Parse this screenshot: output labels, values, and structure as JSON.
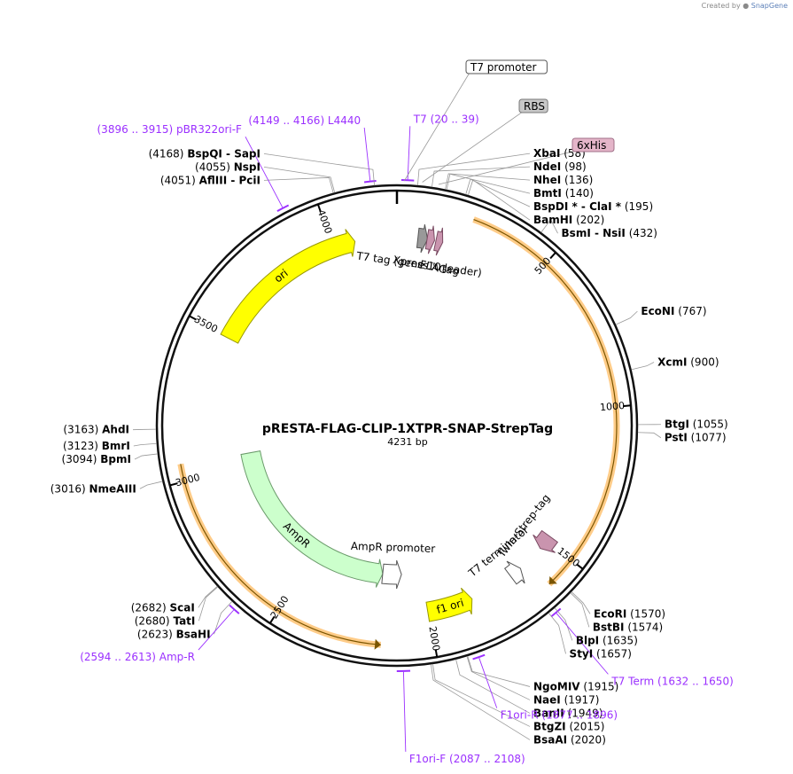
{
  "credit": {
    "created_by": "Created by",
    "brand": "SnapGene"
  },
  "map": {
    "name": "pRESTA-FLAG-CLIP-1XTPR-SNAP-StrepTag",
    "length_label": "4231 bp",
    "length": 4231
  },
  "ticks": [
    500,
    1000,
    1500,
    2000,
    2500,
    3000,
    3500,
    4000
  ],
  "enzymes": [
    {
      "name": "XbaI",
      "pos": 58,
      "pos_label": "(58)"
    },
    {
      "name": "NdeI",
      "pos": 98,
      "pos_label": "(98)"
    },
    {
      "name": "NheI",
      "pos": 136,
      "pos_label": "(136)"
    },
    {
      "name": "BmtI",
      "pos": 140,
      "pos_label": "(140)"
    },
    {
      "name": "BspDI * - ClaI *",
      "pos": 195,
      "pos_label": "(195)"
    },
    {
      "name": "BamHI",
      "pos": 202,
      "pos_label": "(202)"
    },
    {
      "name": "BsmI - NsiI",
      "pos": 432,
      "pos_label": "(432)"
    },
    {
      "name": "EcoNI",
      "pos": 767,
      "pos_label": "(767)"
    },
    {
      "name": "XcmI",
      "pos": 900,
      "pos_label": "(900)"
    },
    {
      "name": "BtgI",
      "pos": 1055,
      "pos_label": "(1055)"
    },
    {
      "name": "PstI",
      "pos": 1077,
      "pos_label": "(1077)"
    },
    {
      "name": "EcoRI",
      "pos": 1570,
      "pos_label": "(1570)"
    },
    {
      "name": "BstBI",
      "pos": 1574,
      "pos_label": "(1574)"
    },
    {
      "name": "BlpI",
      "pos": 1635,
      "pos_label": "(1635)"
    },
    {
      "name": "StyI",
      "pos": 1657,
      "pos_label": "(1657)"
    },
    {
      "name": "NgoMIV",
      "pos": 1915,
      "pos_label": "(1915)"
    },
    {
      "name": "NaeI",
      "pos": 1917,
      "pos_label": "(1917)"
    },
    {
      "name": "BanII",
      "pos": 1949,
      "pos_label": "(1949)"
    },
    {
      "name": "BtgZI",
      "pos": 2015,
      "pos_label": "(2015)"
    },
    {
      "name": "BsaAI",
      "pos": 2020,
      "pos_label": "(2020)"
    },
    {
      "name": "ScaI",
      "pos": 2682,
      "pos_label": "(2682)"
    },
    {
      "name": "TatI",
      "pos": 2680,
      "pos_label": "(2680)"
    },
    {
      "name": "BsaHI",
      "pos": 2623,
      "pos_label": "(2623)"
    },
    {
      "name": "NmeAIII",
      "pos": 3016,
      "pos_label": "(3016)"
    },
    {
      "name": "BpmI",
      "pos": 3094,
      "pos_label": "(3094)"
    },
    {
      "name": "BmrI",
      "pos": 3123,
      "pos_label": "(3123)"
    },
    {
      "name": "AhdI",
      "pos": 3163,
      "pos_label": "(3163)"
    },
    {
      "name": "AflIII - PciI",
      "pos": 4051,
      "pos_label": "(4051)"
    },
    {
      "name": "NspI",
      "pos": 4055,
      "pos_label": "(4055)"
    },
    {
      "name": "BspQI - SapI",
      "pos": 4168,
      "pos_label": "(4168)"
    }
  ],
  "primers": [
    {
      "name": "T7",
      "range_label": "(20 .. 39)",
      "start": 20,
      "end": 39
    },
    {
      "name": "T7 Term",
      "range_label": "(1632 .. 1650)",
      "start": 1632,
      "end": 1650
    },
    {
      "name": "F1ori-R",
      "range_label": "(1877 .. 1896)",
      "start": 1877,
      "end": 1896
    },
    {
      "name": "F1ori-F",
      "range_label": "(2087 .. 2108)",
      "start": 2087,
      "end": 2108
    },
    {
      "name": "Amp-R",
      "range_label": "(2594 .. 2613)",
      "start": 2594,
      "end": 2613
    },
    {
      "name": "pBR322ori-F",
      "range_label": "(3896 .. 3915)",
      "start": 3896,
      "end": 3915
    },
    {
      "name": "L4440",
      "range_label": "(4149 .. 4166)",
      "start": 4149,
      "end": 4166
    }
  ],
  "boxed_features": [
    {
      "name": "T7 promoter",
      "pos": 20,
      "fill": "#ffffff",
      "stroke": "#555555"
    },
    {
      "name": "RBS",
      "pos": 70,
      "fill": "#c8c8c8",
      "stroke": "#777777"
    },
    {
      "name": "6xHis",
      "pos": 115,
      "fill": "#e4b5c9",
      "stroke": "#a07088"
    }
  ],
  "features": [
    {
      "name": "ori",
      "start": 3495,
      "end": 4080,
      "fill": "#ffff00",
      "stroke": "#999900",
      "ring": "in1",
      "dir": 1,
      "label_inside": true
    },
    {
      "name": "AmpR",
      "start": 2180,
      "end": 3050,
      "fill": "#ccffcc",
      "stroke": "#6a9a6a",
      "ring": "in2",
      "dir": -1,
      "label_inside": true
    },
    {
      "name": "AmpR promoter",
      "start": 2095,
      "end": 2180,
      "fill": "#ffffff",
      "stroke": "#555555",
      "ring": "in2",
      "dir": -1
    },
    {
      "name": "f1 ori",
      "start": 1840,
      "end": 2005,
      "fill": "#ffff00",
      "stroke": "#999900",
      "ring": "in1",
      "dir": -1,
      "label_inside": true
    },
    {
      "name": "T7 terminator",
      "start": 1635,
      "end": 1680,
      "fill": "#ffffff",
      "stroke": "#555555",
      "ring": "in1",
      "dir": -1
    },
    {
      "name": "Twin-Strep-tag",
      "start": 1480,
      "end": 1535,
      "fill": "#c994ae",
      "stroke": "#7a4a62",
      "ring": "in1",
      "dir": 1
    },
    {
      "name": "T7 tag (gene 10 leader)",
      "start": 75,
      "end": 110,
      "fill": "#999999",
      "stroke": "#555555",
      "ring": "in1",
      "dir": 1
    },
    {
      "name": "Xpress™ tag",
      "start": 108,
      "end": 135,
      "fill": "#c994ae",
      "stroke": "#7a4a62",
      "ring": "in1",
      "dir": 1
    },
    {
      "name": "FLAG",
      "start": 140,
      "end": 165,
      "fill": "#c994ae",
      "stroke": "#7a4a62",
      "ring": "in1",
      "dir": 1
    }
  ],
  "orf_arcs": [
    {
      "start": 240,
      "end": 1600,
      "dir": 1
    },
    {
      "start": 2165,
      "end": 3055,
      "dir": -1
    }
  ],
  "colors": {
    "primer": "#9b30ff",
    "ring": "#111111",
    "orf": "#ffcc88"
  }
}
